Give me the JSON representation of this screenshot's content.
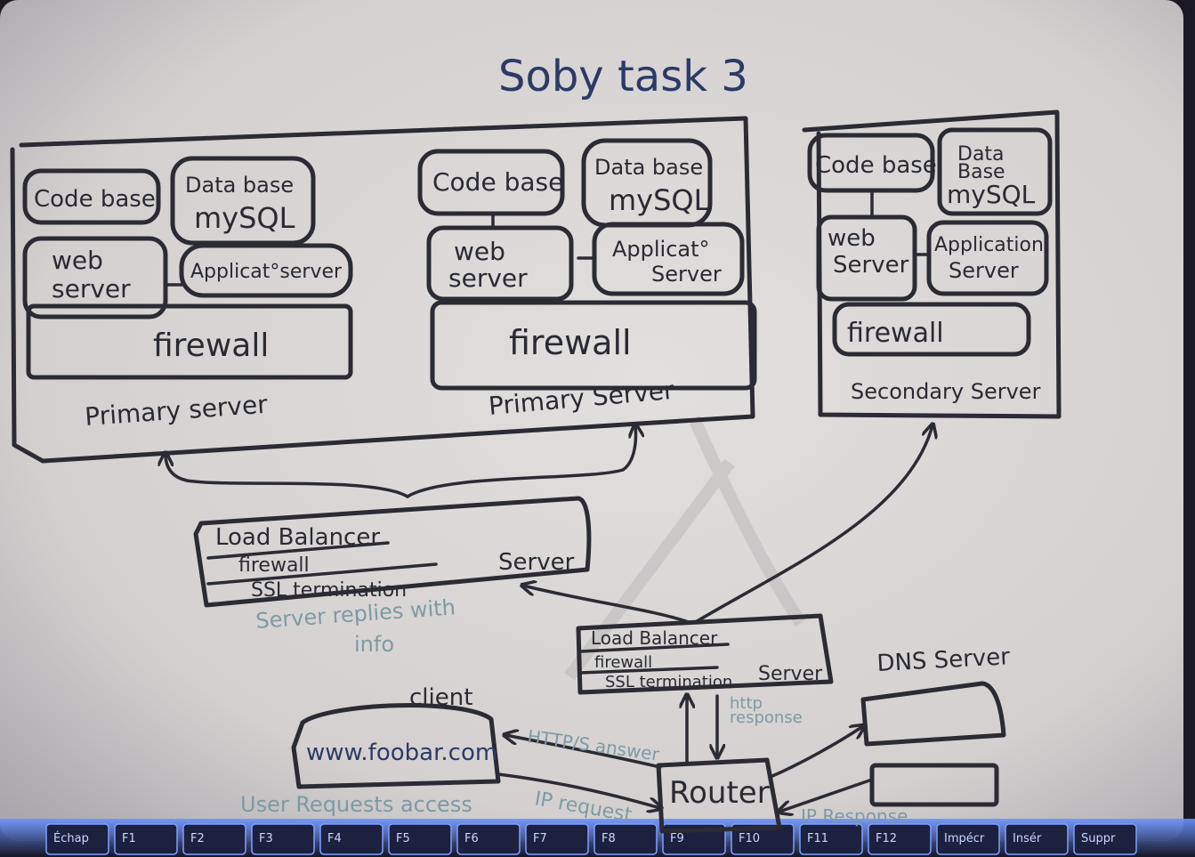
{
  "title": "Soby task 3",
  "primary_server_1": {
    "codebase": "Code base",
    "database_line1": "Data base",
    "database_line2": "mySQL",
    "web_server_line1": "web",
    "web_server_line2": "server",
    "app_server": "Applicat°server",
    "firewall": "firewall",
    "label": "Primary server"
  },
  "primary_server_2": {
    "codebase": "Code base",
    "database_line1": "Data base",
    "database_line2": "mySQL",
    "web_server_line1": "web",
    "web_server_line2": "server",
    "app_server_line1": "Applicat°",
    "app_server_line2": "Server",
    "firewall": "firewall",
    "label": "Primary Server"
  },
  "secondary_server": {
    "codebase": "Code base",
    "database_line1": "Data",
    "database_line2": "Base",
    "database_line3": "mySQL",
    "web_server_line1": "web",
    "web_server_line2": "Server",
    "app_server_line1": "Application",
    "app_server_line2": "Server",
    "firewall": "firewall",
    "label": "Secondary Server"
  },
  "load_balancer_main": {
    "title": "Load Balancer",
    "firewall": "firewall",
    "ssl": "SSL termination",
    "server": "Server"
  },
  "load_balancer_small": {
    "title": "Load Balancer",
    "firewall": "firewall",
    "ssl": "SSL termination",
    "server": "Server"
  },
  "server_reply_note_line1": "Server replies with",
  "server_reply_note_line2": "info",
  "client": {
    "label": "client",
    "url": "www.foobar.com"
  },
  "router": "Router",
  "dns_server": "DNS Server",
  "arrows": {
    "https_answer": "HTTP/S answer",
    "http_response_line1": "http",
    "http_response_line2": "response",
    "user_request": "User Requests access",
    "ip_request": "IP request",
    "ip_response": "IP Response"
  },
  "keyboard_keys": [
    "Échap",
    "F1",
    "F2",
    "F3",
    "F4",
    "F5",
    "F6",
    "F7",
    "F8",
    "F9",
    "F10",
    "F11",
    "F12",
    "Impécr",
    "Insér",
    "Suppr"
  ],
  "colors": {
    "board": "#d9d6d4",
    "ink": "#2b2b33",
    "blue_ink": "#2d3a66",
    "faint_ink": "#7f9aa3",
    "keyboard_glow": "#4f7dff"
  }
}
